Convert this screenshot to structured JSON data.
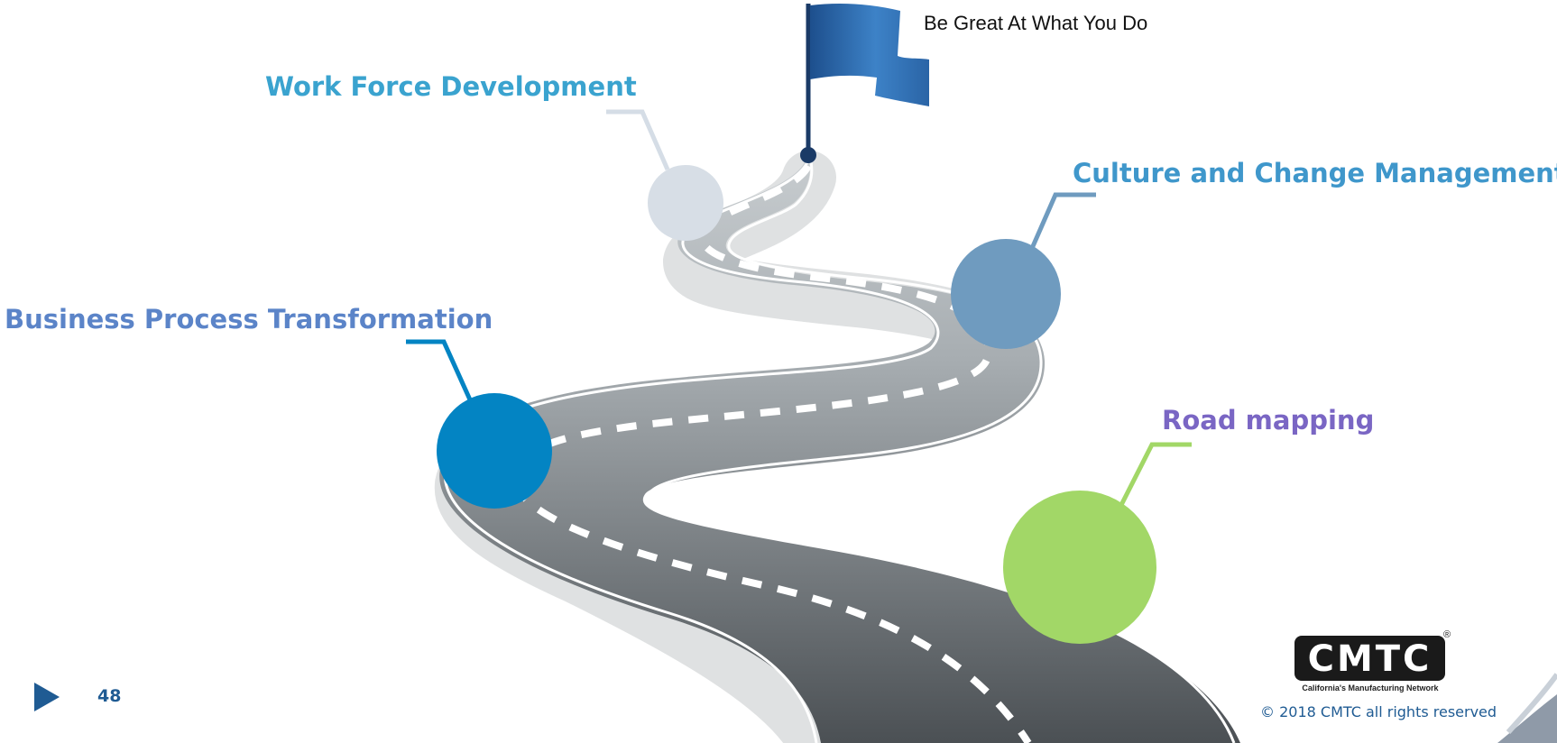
{
  "goal_text": "Be Great At What You Do",
  "milestones": [
    {
      "label": "Work Force Development",
      "color": "#3aa3cf",
      "circle_color": "#d7dee6"
    },
    {
      "label": "Culture and Change Management",
      "color": "#3f97cb",
      "circle_color": "#6f9bbf"
    },
    {
      "label": "Business Process Transformation",
      "color": "#5b84c8",
      "circle_color": "#0384c3"
    },
    {
      "label": "Road mapping",
      "color": "#7a66c4",
      "circle_color": "#a2d767"
    }
  ],
  "page_number": "48",
  "logo": {
    "name": "CMTC",
    "tagline": "California's Manufacturing Network",
    "registered": "®"
  },
  "copyright": "© 2018 CMTC all rights reserved",
  "colors": {
    "flag": "#2f6aad",
    "pole": "#1a3a66",
    "road_dark": "#5f6467",
    "road_light": "#b6bcbf",
    "accent_blue": "#1f5b93"
  }
}
